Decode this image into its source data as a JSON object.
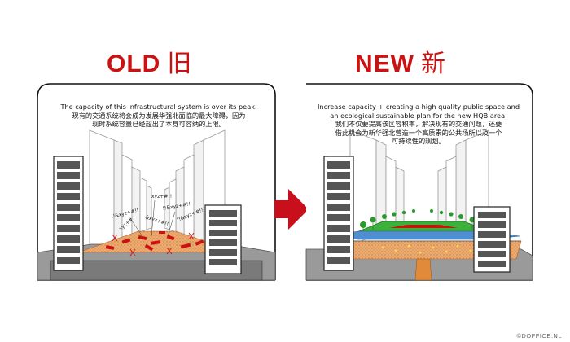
{
  "colors": {
    "headline_red": "#cc1111",
    "panel_border": "#111111",
    "building_stroke": "#888888",
    "ground_dark": "#888888",
    "sand": "#e8a060",
    "water_blue": "#4f8fd0",
    "grass_green": "#3bb03b",
    "arrow_red": "#c8101c"
  },
  "old": {
    "title_en": "OLD",
    "title_zh": "旧",
    "text_en": "The capacity of this infrastructural system is over its peak.",
    "text_zh_1": "现有的交通系统将会成为发展华强北面临的最大障碍，因为",
    "text_zh_2": "现时系统容量已经超出了本身可容纳的上限。",
    "labels": [
      "xyz+#!!",
      "!!&xyz+#!!",
      "!!&xyz+#!!",
      "xyz+#",
      "&xyz+#!!",
      "!!&xyz+#!!"
    ]
  },
  "new": {
    "title_en": "NEW",
    "title_zh": "新",
    "text_en_1": "Increase capacity + creating a high quality public space and",
    "text_en_2": "an ecological sustainable plan for the new HQB area.",
    "text_zh_1": "我们不仅要提高该区容积率，解决现有的交通问题，还要",
    "text_zh_2": "借此机会为新华强北营造一个高质素的公共场所以及一个",
    "text_zh_3": "可持续性的规划。"
  },
  "arrow_icon": "right-arrow-icon",
  "credit": "©DOFFICE.NL"
}
